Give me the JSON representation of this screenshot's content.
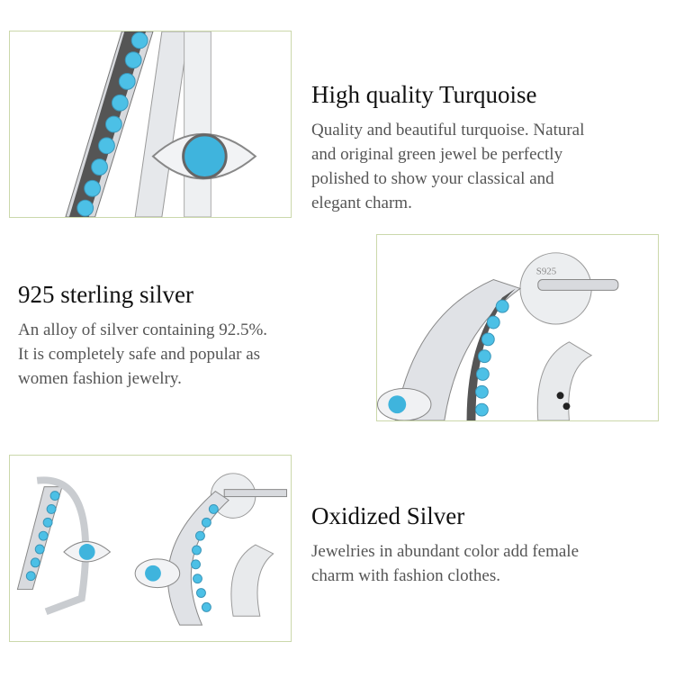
{
  "sections": [
    {
      "title": "High quality Turquoise",
      "lines": [
        "Quality and beautiful turquoise. Natural",
        "and original green jewel be perfectly",
        "polished to show your classical and",
        "elegant charm."
      ]
    },
    {
      "title": "925 sterling silver",
      "lines": [
        "An alloy of silver containing 92.5%.",
        "It is completely safe and popular as",
        "women fashion jewelry."
      ]
    },
    {
      "title": "Oxidized Silver",
      "lines": [
        "Jewelries in abundant color add female",
        "charm with fashion clothes."
      ]
    }
  ],
  "stamp": "S925",
  "colors": {
    "border": "#cbd8ab",
    "turquoise": "#3fb4dd",
    "silver": "#c9ccd0"
  }
}
